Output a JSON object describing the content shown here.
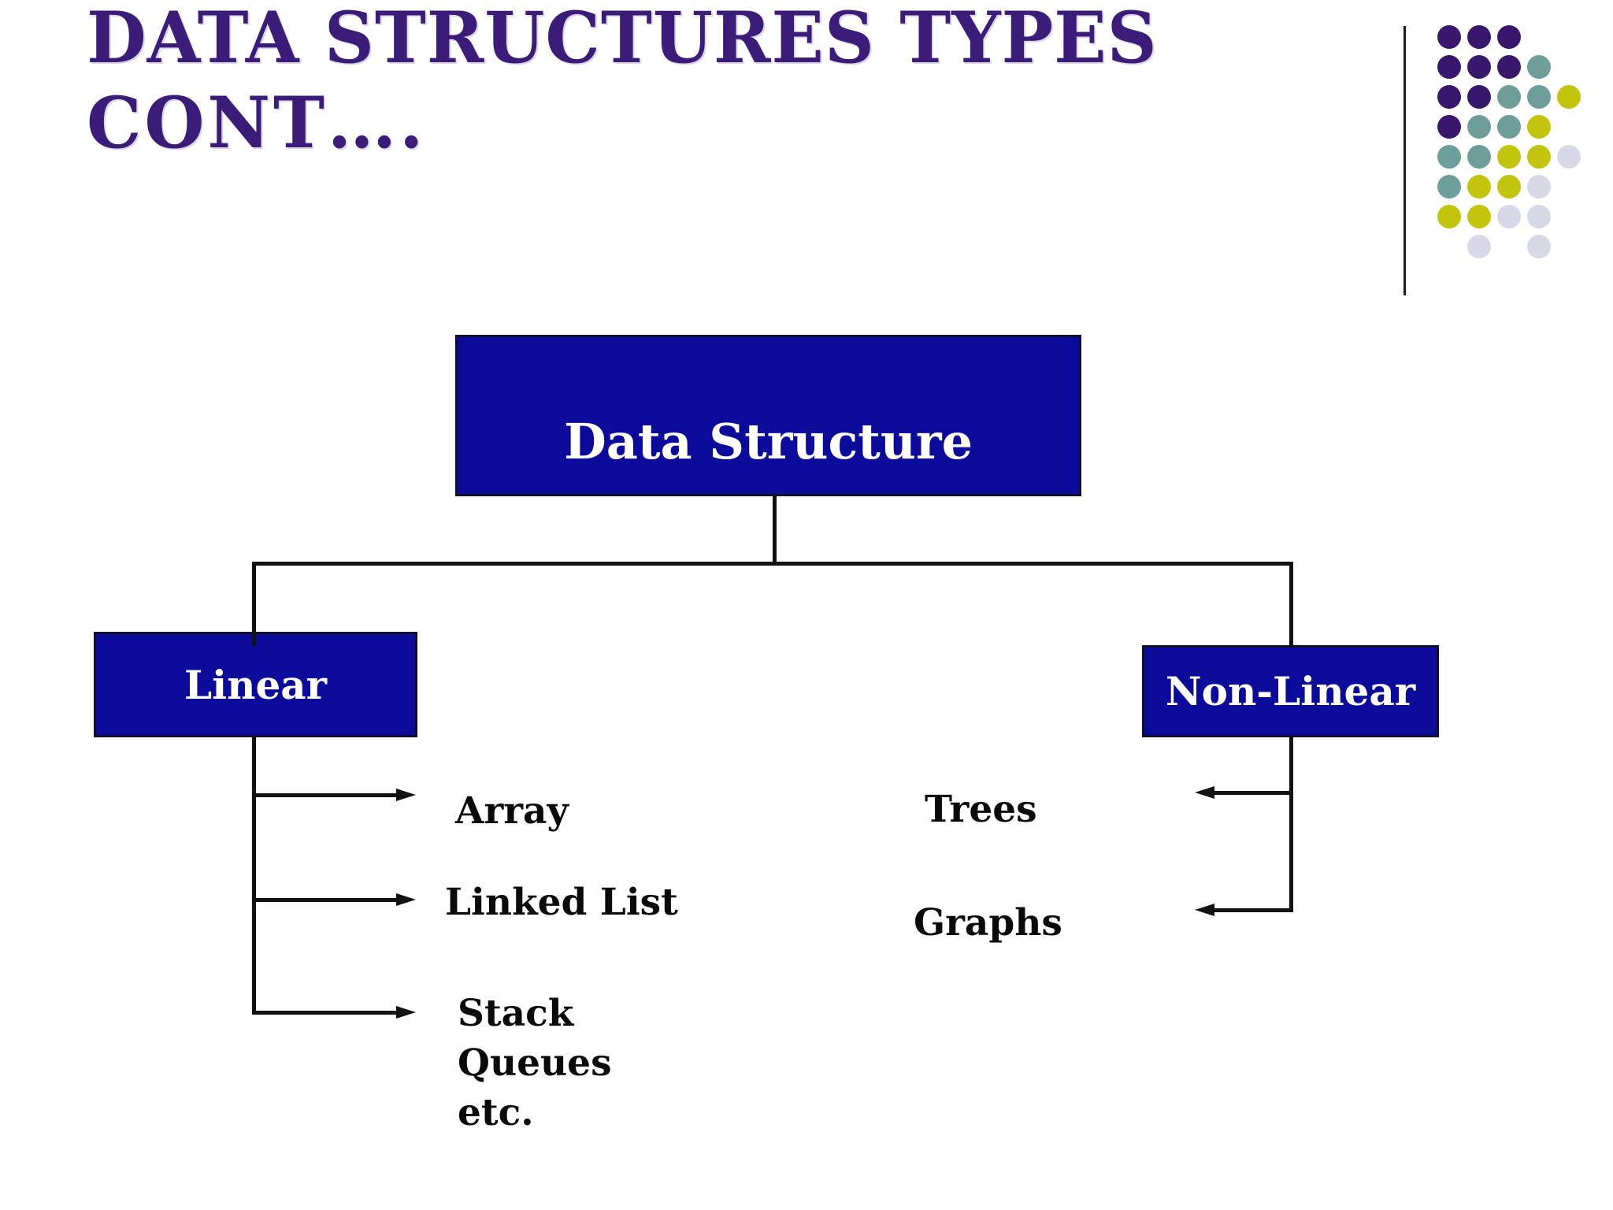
{
  "slide": {
    "title_line1": "DATA STRUCTURES TYPES",
    "title_line2": "CONT….",
    "title_color": "#3b1d79"
  },
  "decoration": {
    "dot_colors": {
      "P": "#38186c",
      "T": "#6d9e9a",
      "Y": "#c2c40e",
      "L": "#d9d8e7"
    },
    "dot_grid": [
      "PPP..",
      "PPPT.",
      "PPTTY",
      "PTTY.",
      "TTYYL",
      "TYYL.",
      "YYLL.",
      ".L.L."
    ],
    "dot_cell": 38,
    "dot_size": 30
  },
  "diagram": {
    "root_label": "Data Structure",
    "linear": {
      "label": "Linear",
      "items": [
        "Array",
        "Linked List"
      ]
    },
    "stack_lines": [
      "Stack",
      "Queues",
      "etc."
    ],
    "nonlinear": {
      "label": "Non-Linear",
      "items": [
        "Trees",
        "Graphs"
      ]
    },
    "box_color": "#0c0a9a",
    "line_color": "#121212"
  }
}
